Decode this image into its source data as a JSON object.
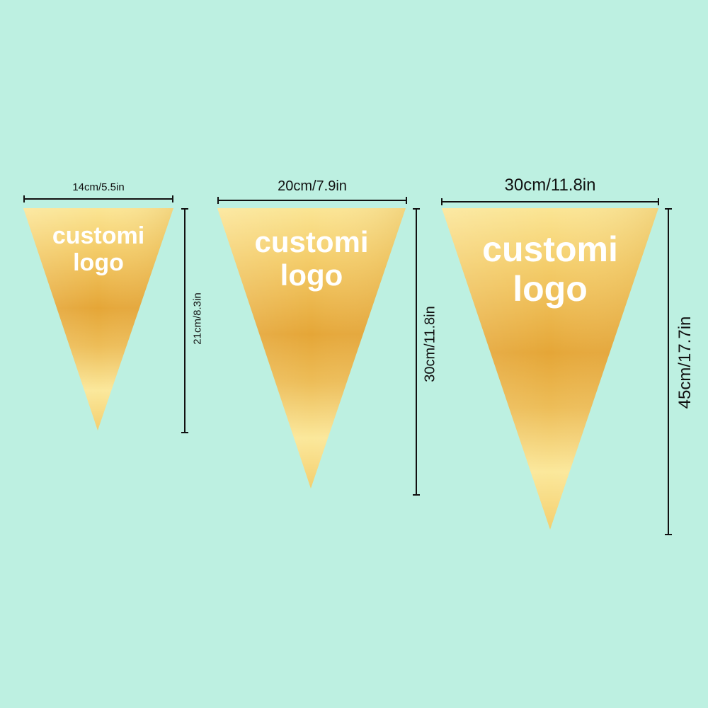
{
  "colors": {
    "background": "#bdf0e1",
    "pennant_light": "#fbe89b",
    "pennant_mid": "#f4cf6e",
    "pennant_dark": "#e4a235",
    "text": "#ffffff",
    "rule": "#111111"
  },
  "pennants": [
    {
      "name": "small",
      "logo_text": "customi\nlogo",
      "width_label": "14cm/5.5in",
      "height_label": "21cm/8.3in"
    },
    {
      "name": "medium",
      "logo_text": "customi\nlogo",
      "width_label": "20cm/7.9in",
      "height_label": "30cm/11.8in"
    },
    {
      "name": "large",
      "logo_text": "customi\nlogo",
      "width_label": "30cm/11.8in",
      "height_label": "45cm/17.7in"
    }
  ]
}
